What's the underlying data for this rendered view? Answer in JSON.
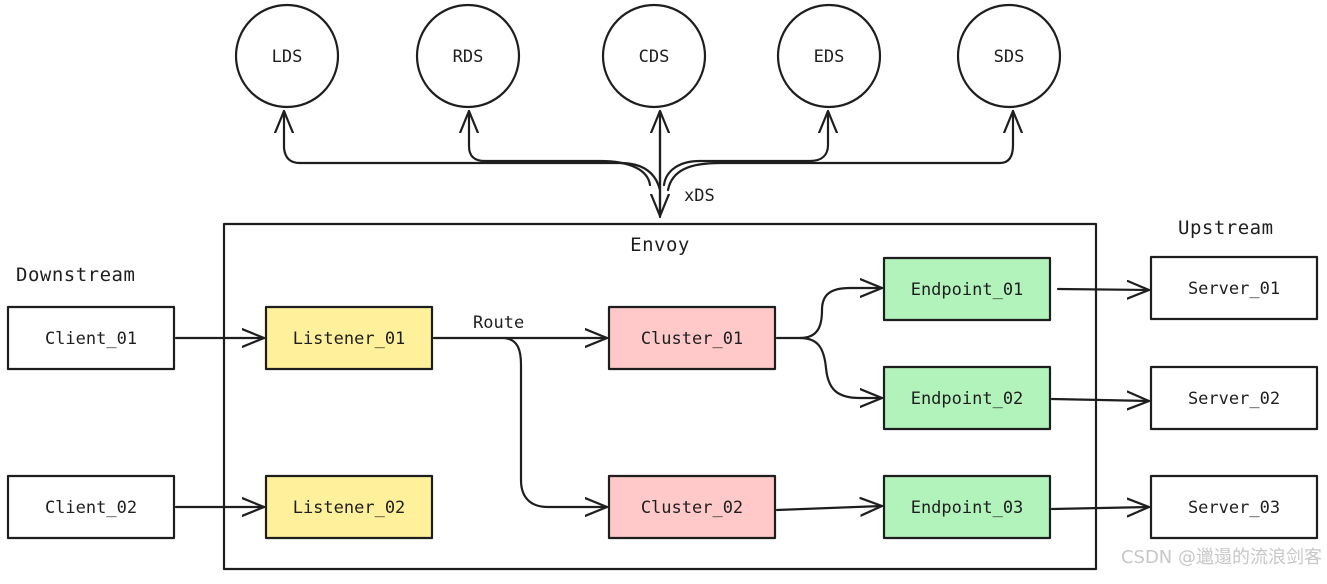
{
  "xds_label": "xDS",
  "envoy_title": "Envoy",
  "downstream_label": "Downstream",
  "upstream_label": "Upstream",
  "route_label": "Route",
  "discovery_services": [
    "LDS",
    "RDS",
    "CDS",
    "EDS",
    "SDS"
  ],
  "clients": [
    "Client_01",
    "Client_02"
  ],
  "listeners": [
    "Listener_01",
    "Listener_02"
  ],
  "clusters": [
    "Cluster_01",
    "Cluster_02"
  ],
  "endpoints": [
    "Endpoint_01",
    "Endpoint_02",
    "Endpoint_03"
  ],
  "servers": [
    "Server_01",
    "Server_02",
    "Server_03"
  ],
  "watermark": "CSDN @邋遢的流浪剑客",
  "colors": {
    "listener_fill": "#fff09b",
    "cluster_fill": "#ffc9c9",
    "endpoint_fill": "#b2f2bb",
    "plain_fill": "#ffffff",
    "stroke": "#1e1e1e"
  }
}
